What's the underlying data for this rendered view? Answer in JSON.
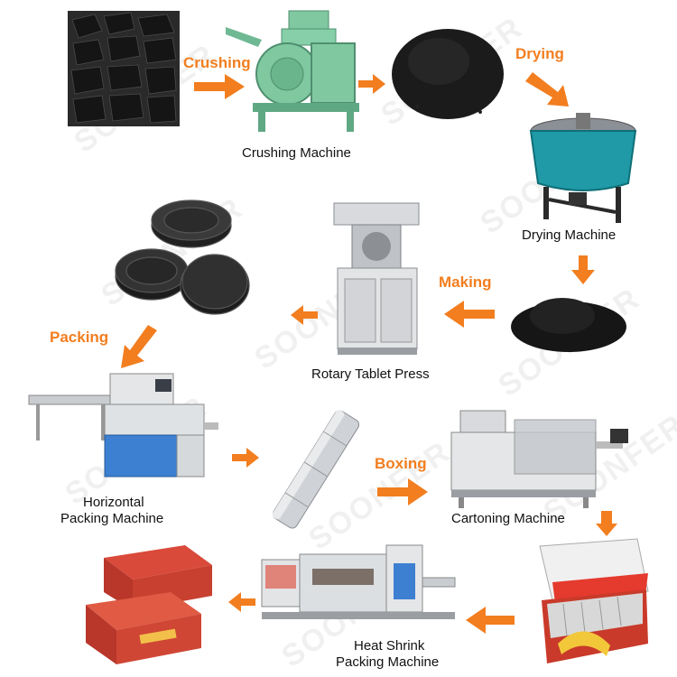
{
  "watermark": "SOONFER",
  "colors": {
    "accent": "#f27e1f",
    "text": "#111111",
    "machine_green": "#7fc8a0",
    "coal": "#1b1b1b"
  },
  "steps": {
    "crushing": "Crushing",
    "drying": "Drying",
    "making": "Making",
    "packing": "Packing",
    "boxing": "Boxing"
  },
  "machines": {
    "crushing": "Crushing Machine",
    "drying": "Drying Machine",
    "press": "Rotary Tablet Press",
    "horizontal_line1": "Horizontal",
    "horizontal_line2": "Packing Machine",
    "cartoning": "Cartoning Machine",
    "shrink_line1": "Heat Shrink",
    "shrink_line2": "Packing Machine"
  }
}
